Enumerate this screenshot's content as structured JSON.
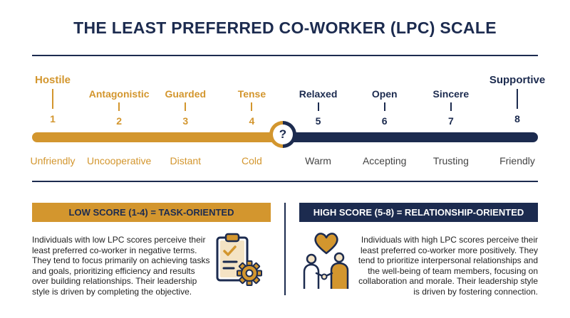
{
  "title": "THE LEAST PREFERRED CO-WORKER (LPC) SCALE",
  "colors": {
    "gold": "#d3962e",
    "navy": "#1c2b4f"
  },
  "scale": [
    {
      "number": "1",
      "label": "Hostile",
      "anchor": "Unfriendly",
      "side": "low"
    },
    {
      "number": "2",
      "label": "Antagonistic",
      "anchor": "Uncooperative",
      "side": "low"
    },
    {
      "number": "3",
      "label": "Guarded",
      "anchor": "Distant",
      "side": "low"
    },
    {
      "number": "4",
      "label": "Tense",
      "anchor": "Cold",
      "side": "low"
    },
    {
      "number": "5",
      "label": "Relaxed",
      "anchor": "Warm",
      "side": "high"
    },
    {
      "number": "6",
      "label": "Open",
      "anchor": "Accepting",
      "side": "high"
    },
    {
      "number": "7",
      "label": "Sincere",
      "anchor": "Trusting",
      "side": "high"
    },
    {
      "number": "8",
      "label": "Supportive",
      "anchor": "Friendly",
      "side": "high"
    }
  ],
  "marker": {
    "symbol": "?",
    "icon": "question-mark-icon"
  },
  "low": {
    "heading": "LOW SCORE (1-4) = TASK-ORIENTED",
    "description": "Individuals with low LPC scores perceive their least preferred co-worker in negative terms. They tend to focus primarily on achieving tasks and goals, prioritizing efficiency and results over building relationships. Their leadership style is driven by completing the objective.",
    "icon": "clipboard-gear-icon"
  },
  "high": {
    "heading": "HIGH SCORE (5-8) = RELATIONSHIP-ORIENTED",
    "description": "Individuals with high LPC scores perceive their least preferred co-worker more positively. They tend to prioritize interpersonal relationships and the well-being of team members, focusing on collaboration and morale. Their leadership style is driven by fostering connection.",
    "icon": "caring-people-heart-icon"
  }
}
